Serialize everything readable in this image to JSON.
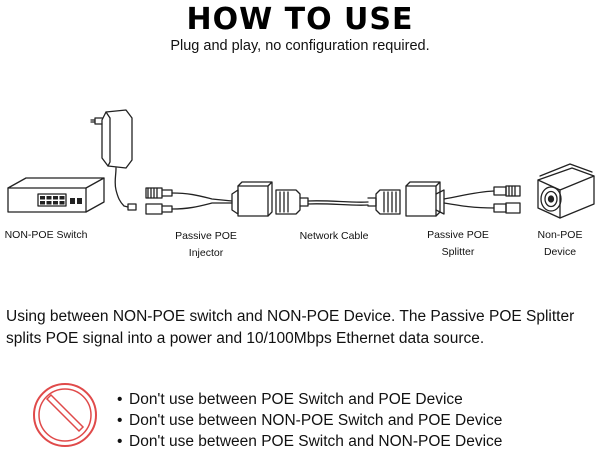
{
  "header": {
    "title": "HOW TO USE",
    "subtitle": "Plug and play, no configuration required."
  },
  "diagram": {
    "labels": {
      "switch": "NON-POE Switch",
      "injector_line1": "Passive POE",
      "injector_line2": "Injector",
      "cable": "Network Cable",
      "splitter_line1": "Passive POE",
      "splitter_line2": "Splitter",
      "device_line1": "Non-POE",
      "device_line2": "Device"
    },
    "icons": [
      "power-adapter-icon",
      "network-switch-icon",
      "poe-injector-icon",
      "network-cable-icon",
      "poe-splitter-icon",
      "camera-device-icon"
    ]
  },
  "description": "Using between NON-POE switch and NON-POE Device. The Passive POE Splitter splits POE signal into a power and 10/100Mbps Ethernet data source.",
  "warnings": {
    "icon": "prohibited-icon",
    "bullet": "•",
    "items": [
      "Don't use between POE Switch and POE Device",
      "Don't use between NON-POE Switch and POE Device",
      "Don't use between POE Switch and NON-POE Device"
    ]
  },
  "colors": {
    "prohibit_red": "#e04a4a",
    "line": "#222222"
  }
}
